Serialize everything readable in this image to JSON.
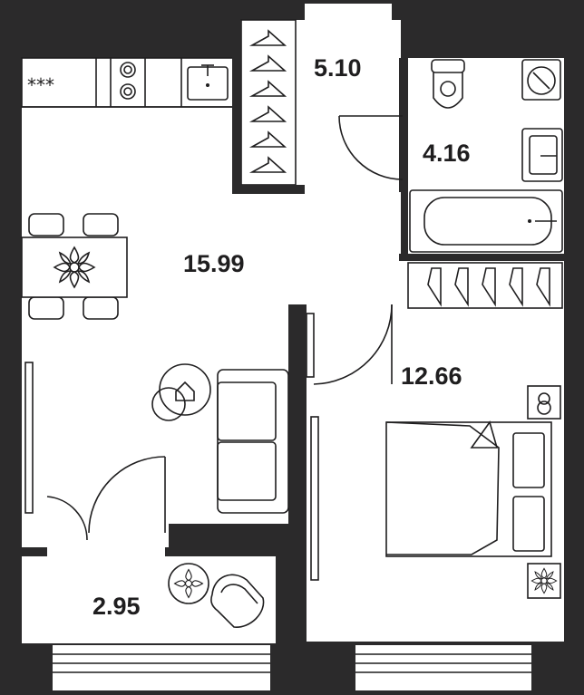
{
  "floorplan": {
    "background_color": "#2b2a2b",
    "room_color": "#ffffff",
    "line_color": "#1f1e1f",
    "rooms": [
      {
        "id": "hallway",
        "area": "5.10"
      },
      {
        "id": "bathroom",
        "area": "4.16"
      },
      {
        "id": "living-kitchen",
        "area": "15.99"
      },
      {
        "id": "bedroom",
        "area": "12.66"
      },
      {
        "id": "balcony",
        "area": "2.95"
      }
    ],
    "furniture_icons": [
      "stove-icon",
      "sink-icon",
      "hob-icon",
      "wardrobe-hangers-icon",
      "toilet-icon",
      "washing-machine-icon",
      "bath-sink-icon",
      "bathtub-icon",
      "dining-table-icon",
      "flower-icon",
      "armchair-icon",
      "sofa-icon",
      "bed-icon",
      "nightstand-icon",
      "lounge-chair-icon"
    ]
  }
}
